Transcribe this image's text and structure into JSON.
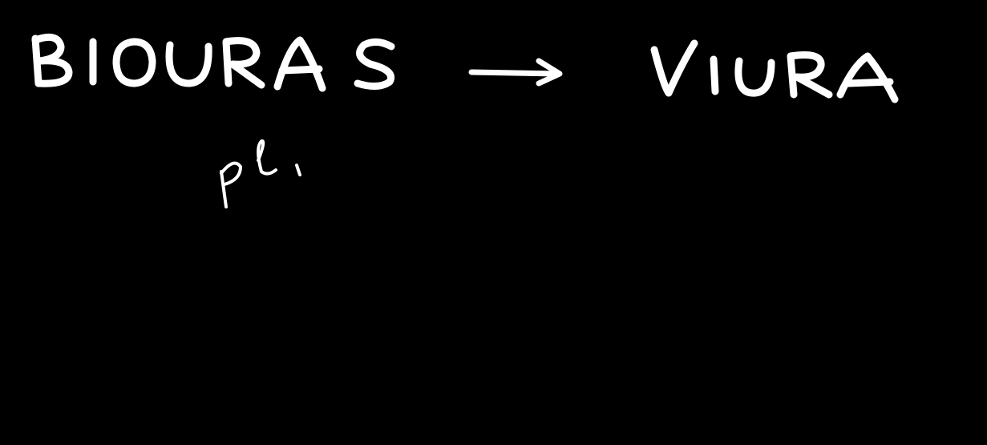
{
  "board": {
    "background_color": "#000000",
    "ink_color": "#ffffff",
    "source_word": "BIOURAS",
    "arrow_symbol": "→",
    "target_word": "VIURA",
    "note": "pl."
  }
}
